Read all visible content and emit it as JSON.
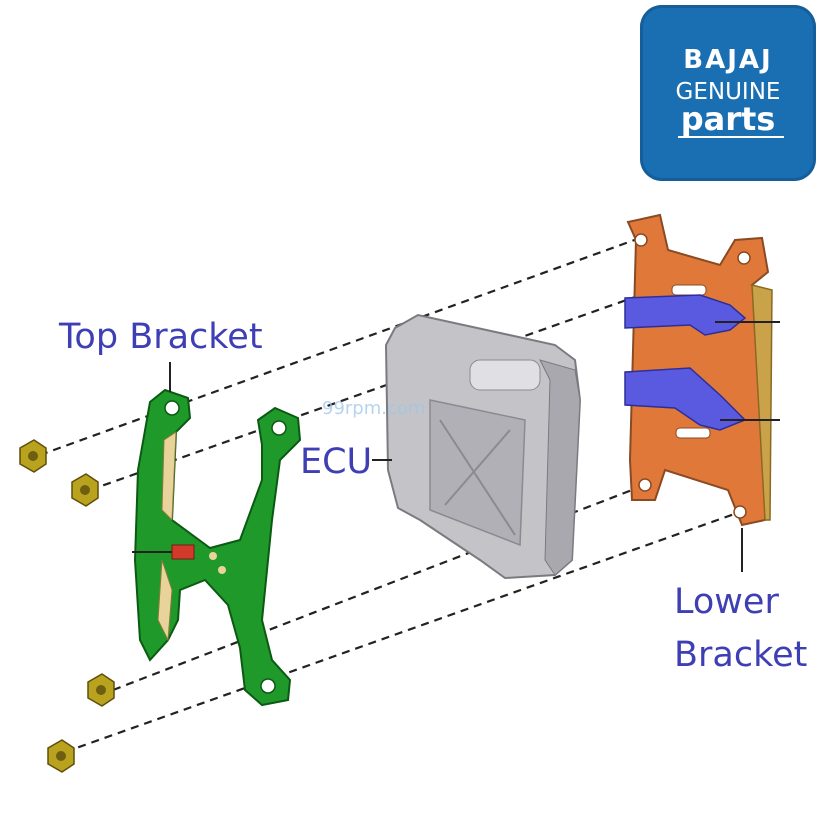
{
  "labels": {
    "top_bracket": "Top Bracket",
    "ecu": "ECU",
    "lower_bracket_line1": "Lower",
    "lower_bracket_line2": "Bracket"
  },
  "logo": {
    "brand": "BAJAJ",
    "line2": "GENUINE",
    "line3": "parts"
  },
  "watermark": "99rpm.com",
  "colors": {
    "label_text": "#3f3fb5",
    "top_bracket": "#1f9a2a",
    "lower_bracket": "#e0783a",
    "lower_bracket_tabs": "#5a5ae0",
    "ecu": "#b9b9bd",
    "nut": "#b9a21e",
    "logo_bg": "#1a6fb3"
  }
}
